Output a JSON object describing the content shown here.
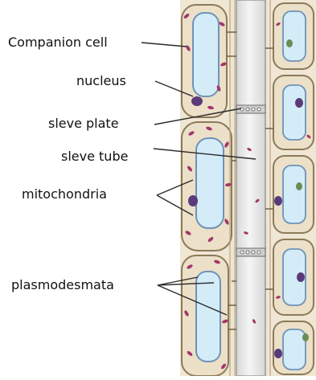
{
  "labels": {
    "companion_cell": "Companion cell",
    "nucleus": "nucleus",
    "sieve_plate": "sleve plate",
    "sieve_tube": "sleve tube",
    "mitochondria": "mitochondria",
    "plasmodesmata": "plasmodesmata"
  },
  "colors": {
    "cell_wall": "#c9b48d",
    "cell_border": "#8c7a5a",
    "cytoplasm": "#ece0c8",
    "vacuole": "#d3ecf8",
    "vacuole_border": "#6f93b8",
    "sieve_tube_fill": "#e9e9e9",
    "organelle": "#a3366a",
    "nucleus": "#5a3b7a",
    "leader_line": "#2a2a2a"
  }
}
